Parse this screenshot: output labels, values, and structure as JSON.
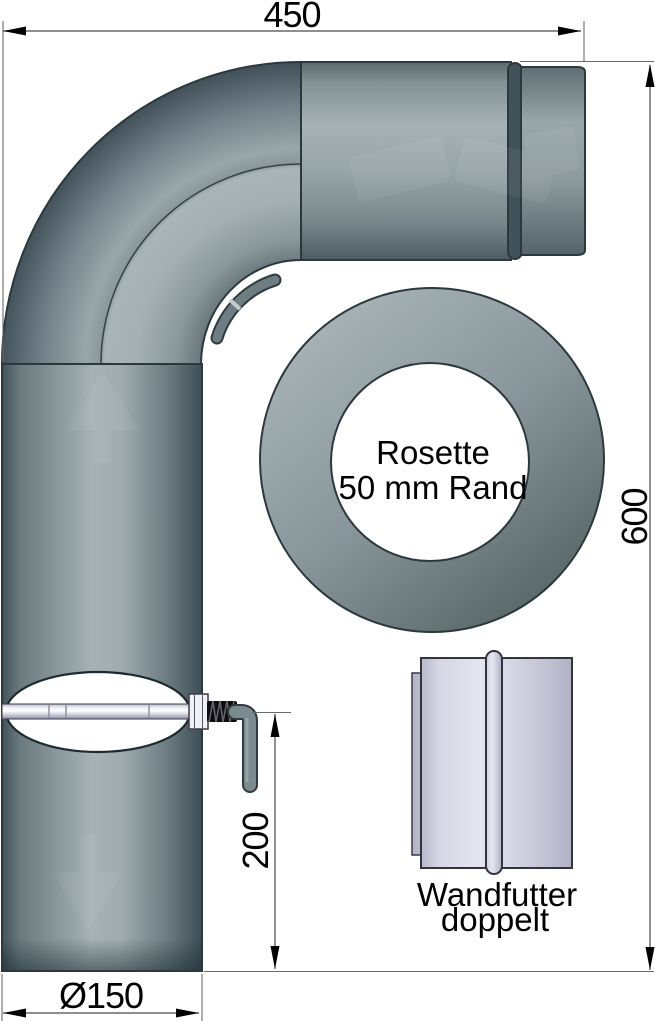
{
  "dimensions": {
    "top_width": "450",
    "right_height": "600",
    "handle_offset": "200",
    "pipe_diameter": "Ø150"
  },
  "labels": {
    "rosette_line1": "Rosette",
    "rosette_line2": "50 mm Rand",
    "wall_sleeve_line1": "Wandfutter",
    "wall_sleeve_line2": "doppelt"
  },
  "colors": {
    "pipe_light": "#a6b2b5",
    "pipe_dark": "#47565a",
    "outline": "#2b383c",
    "sleeve_light": "#e4e5ef",
    "sleeve_dark": "#b0b1c3",
    "dimension_line": "#4a4a4a",
    "text": "#000000",
    "background": "#ffffff"
  }
}
